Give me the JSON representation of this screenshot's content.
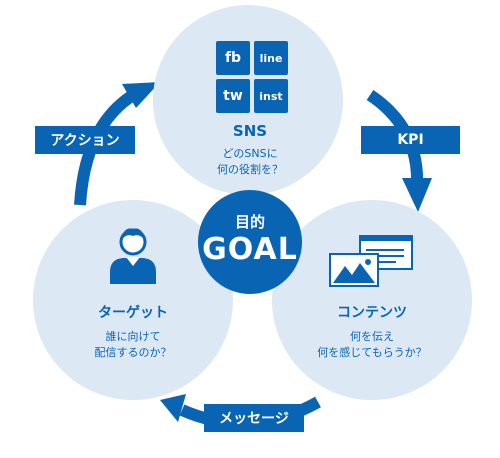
{
  "goal": {
    "small": "目的",
    "big": "GOAL"
  },
  "sns": {
    "tiles": [
      "fb",
      "line",
      "tw",
      "inst"
    ],
    "title": "SNS",
    "desc": [
      "どのSNSに",
      "何の役割を？"
    ]
  },
  "target": {
    "title": "ターゲット",
    "desc": [
      "誰に向けて",
      "配信するのか？"
    ],
    "icon": "person-icon"
  },
  "contents": {
    "title": "コンテンツ",
    "desc": [
      "何を伝え",
      "何を感じてもらうか？"
    ],
    "icon": "content-images-icon"
  },
  "labels": {
    "action": "アクション",
    "kpi": "KPI",
    "message": "メッセージ"
  },
  "colors": {
    "primary": "#0a64b4",
    "circle": "#dce8f3",
    "background": "#ffffff"
  }
}
